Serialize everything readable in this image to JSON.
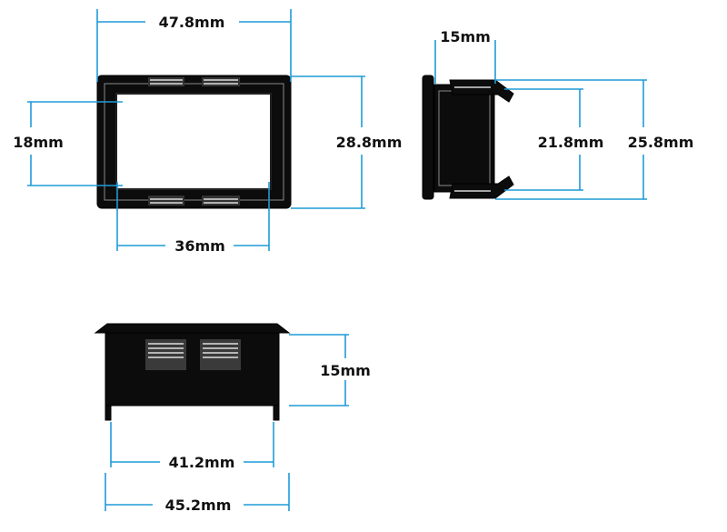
{
  "front_view": {
    "outer_width": "47.8mm",
    "opening_width": "36mm",
    "opening_height": "18mm",
    "outer_height": "28.8mm"
  },
  "side_view": {
    "depth": "15mm",
    "clip_span": "21.8mm",
    "overall_height": "25.8mm"
  },
  "bottom_view": {
    "depth": "15mm",
    "inner_width": "41.2mm",
    "body_width": "45.2mm"
  },
  "colors": {
    "dimension_line": "#1e9bd7",
    "part_fill": "#0c0c0c",
    "background": "#ffffff"
  }
}
